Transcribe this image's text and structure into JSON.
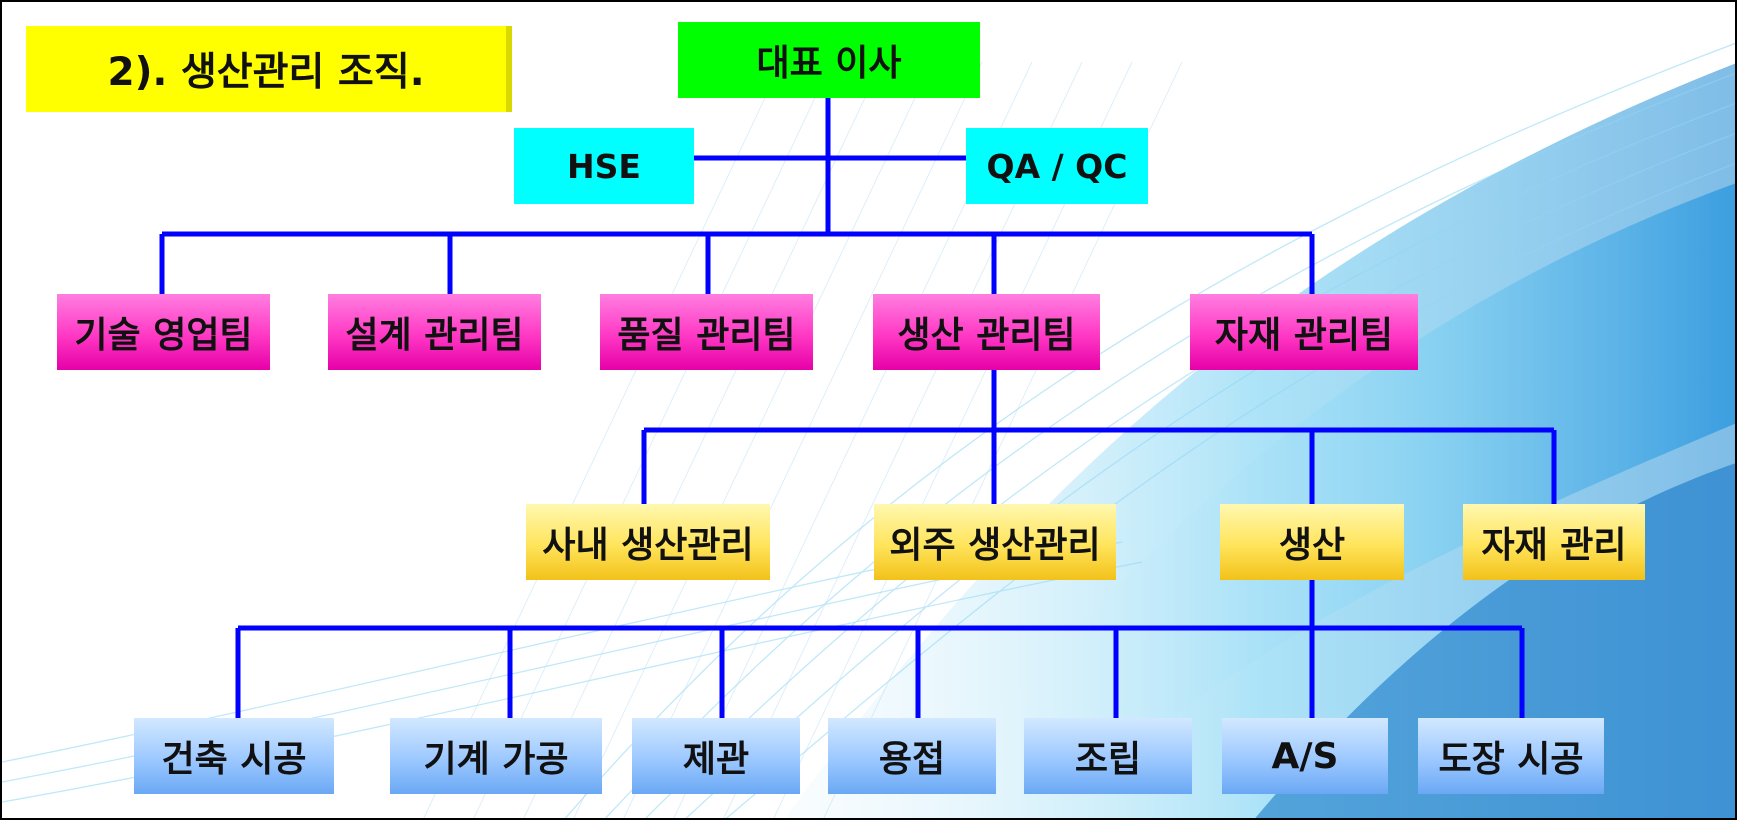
{
  "title": "2). 생산관리 조직.",
  "ceo": "대표 이사",
  "staff": {
    "hse": "HSE",
    "qa_qc": "QA / QC"
  },
  "teams": [
    "기술 영업팀",
    "설계 관리팀",
    "품질 관리팀",
    "생산 관리팀",
    "자재 관리팀"
  ],
  "production_units": [
    "사내 생산관리",
    "외주 생산관리",
    "생산",
    "자재 관리"
  ],
  "operations": [
    "건축 시공",
    "기계 가공",
    "제관",
    "용접",
    "조립",
    "A/S",
    "도장 시공"
  ],
  "colors": {
    "title_bg": "#ffff00",
    "ceo_bg": "#00ff00",
    "staff_bg": "#00ffff",
    "team_bg": "#ff38c4",
    "unit_bg": "#ffe45a",
    "operation_bg": "#9cc8ff",
    "connector": "#0000ff"
  }
}
